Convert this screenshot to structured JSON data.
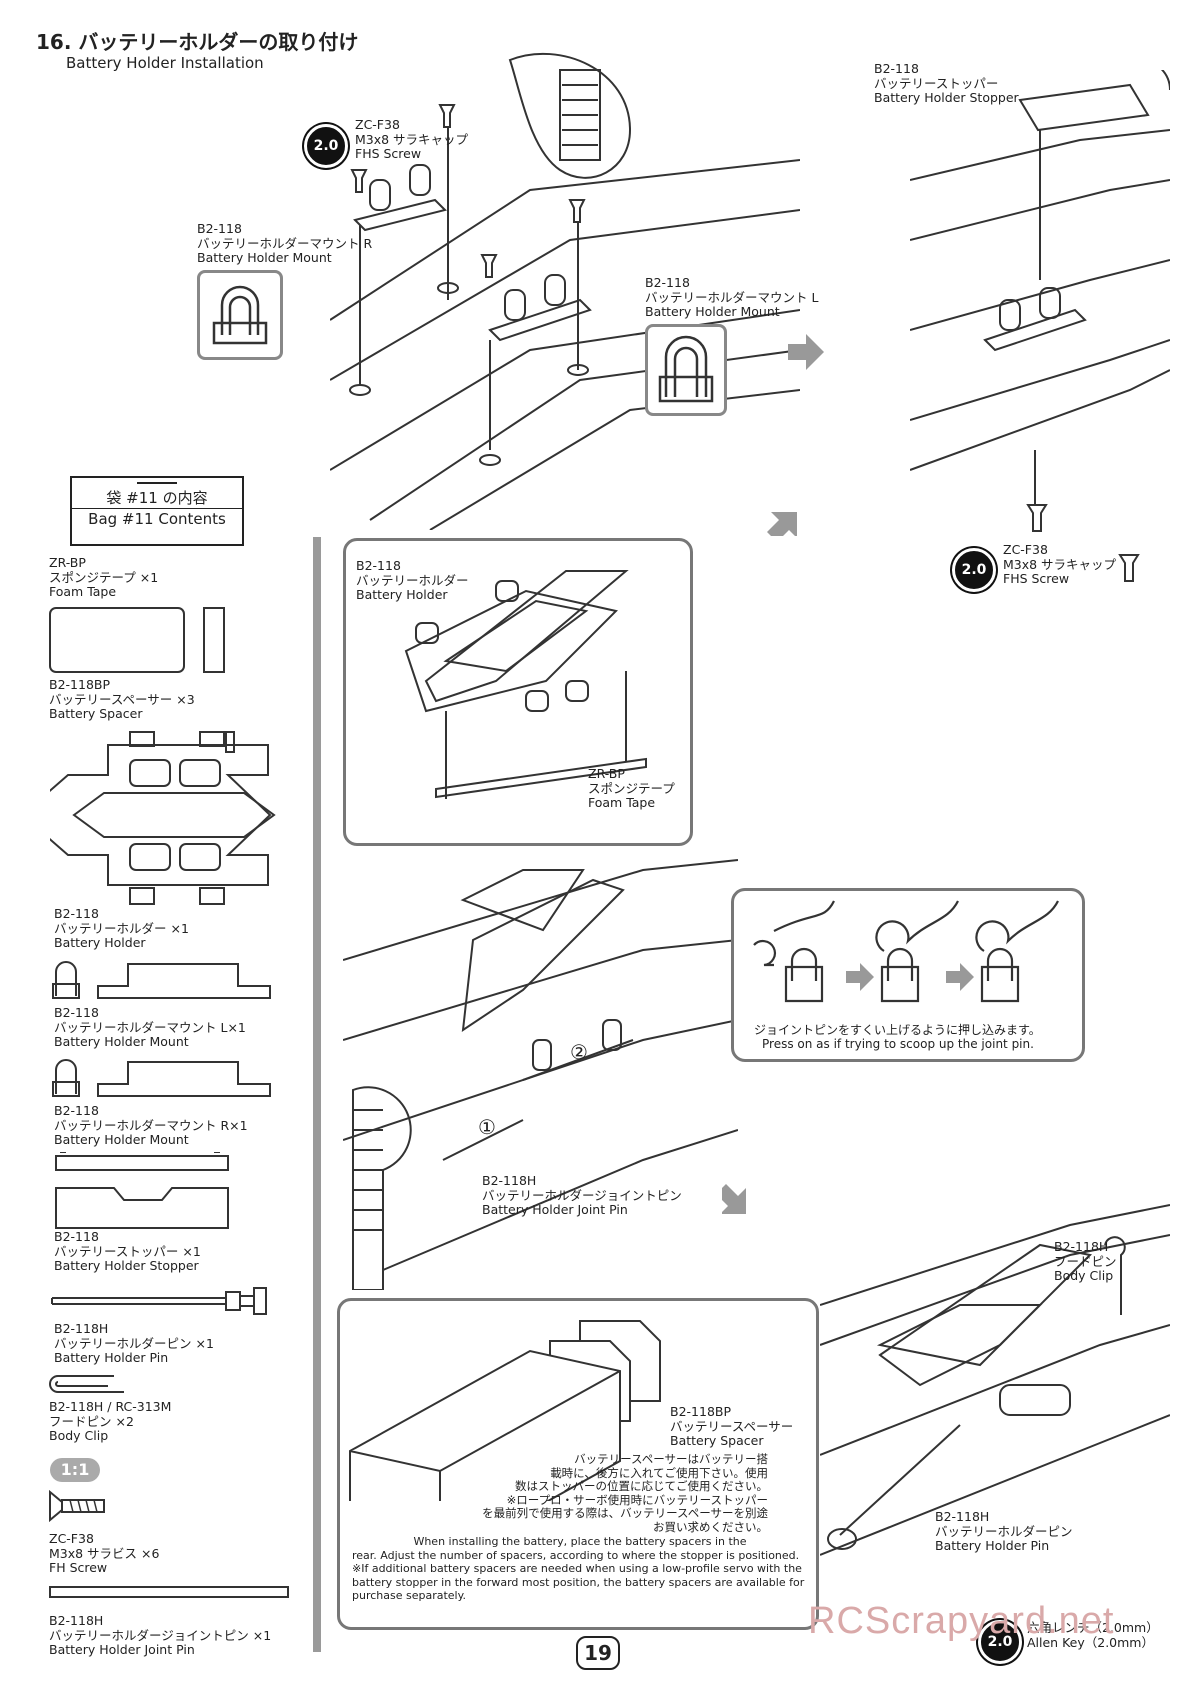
{
  "step": {
    "title_jp": "16. バッテリーホルダーの取り付け",
    "title_en": "Battery Holder  Installation"
  },
  "labels": {
    "screw_top": {
      "code": "ZC-F38",
      "jp": "M3x8 サラキャップ",
      "en": "FHS Screw",
      "tool": "2.0"
    },
    "mount_r": {
      "code": "B2-118",
      "jp": "バッテリーホルダーマウント R",
      "en": "Battery Holder Mount"
    },
    "mount_l": {
      "code": "B2-118",
      "jp": "バッテリーホルダーマウント L",
      "en": "Battery Holder Mount"
    },
    "stopper": {
      "code": "B2-118",
      "jp": "バッテリーストッパー",
      "en": "Battery Holder Stopper"
    },
    "screw_right": {
      "code": "ZC-F38",
      "jp": "M3x8 サラキャップ",
      "en": "FHS Screw",
      "tool": "2.0"
    },
    "holder": {
      "code": "B2-118",
      "jp": "バッテリーホルダー",
      "en": "Battery Holder"
    },
    "foam": {
      "code": "ZR-BP",
      "jp": "スポンジテープ",
      "en": "Foam Tape"
    },
    "joint_pin": {
      "code": "B2-118H",
      "jp": "バッテリーホルダージョイントピン",
      "en": "Battery Holder Joint Pin"
    },
    "scoop_jp": "ジョイントピンをすくい上げるように押し込みます。",
    "scoop_en": "Press on as if trying to scoop up the joint pin.",
    "step1": "①",
    "step2": "②",
    "body_clip": {
      "code": "B2-118H",
      "jp": "フードピン",
      "en": "Body Clip"
    },
    "holder_pin": {
      "code": "B2-118H",
      "jp": "バッテリーホルダーピン",
      "en": "Battery Holder Pin"
    },
    "spacer": {
      "code": "B2-118BP",
      "jp": "バッテリースペーサー",
      "en": "Battery Spacer"
    },
    "spacer_note_jp": [
      "バッテリースペーサーはバッテリー搭",
      "載時に、後方に入れてご使用下さい。使用",
      "数はストッパーの位置に応じてご使用ください。",
      "※ロープロ・サーボ使用時にバッテリーストッパー",
      "を最前列で使用する際は、バッテリースペーサーを別途",
      "お買い求めください。"
    ],
    "spacer_note_en": [
      "When installing the battery, place the battery spacers in the",
      "rear. Adjust the number of spacers, according to where the stopper is positioned.",
      "※If additional battery spacers are needed when using a low-profile servo with the",
      "battery stopper in the forward most position, the battery spacers are available for",
      "purchase separately."
    ],
    "allen": {
      "tool": "2.0",
      "jp": "六角レンチ（2.0mm）",
      "en": "Allen Key（2.0mm）"
    }
  },
  "bag": {
    "jp": "袋 #11 の内容",
    "en": "Bag #11 Contents"
  },
  "contents": [
    {
      "code": "ZR-BP",
      "jp": "スポンジテープ ×1",
      "en": "Foam Tape"
    },
    {
      "code": "B2-118BP",
      "jp": "バッテリースペーサー ×3",
      "en": "Battery Spacer"
    },
    {
      "code": "B2-118",
      "jp": "バッテリーホルダー ×1",
      "en": "Battery Holder"
    },
    {
      "code": "B2-118",
      "jp": "バッテリーホルダーマウント L×1",
      "en": "Battery Holder Mount"
    },
    {
      "code": "B2-118",
      "jp": "バッテリーホルダーマウント R×1",
      "en": "Battery Holder Mount"
    },
    {
      "code": "B2-118",
      "jp": "バッテリーストッパー ×1",
      "en": "Battery Holder Stopper"
    },
    {
      "code": "B2-118H",
      "jp": "バッテリーホルダーピン ×1",
      "en": "Battery Holder Pin"
    },
    {
      "code": "B2-118H / RC-313M",
      "jp": "フードピン ×2",
      "en": "Body Clip"
    },
    {
      "code": "ZC-F38",
      "jp": "M3x8 サラビス ×6",
      "en": "FH Screw"
    },
    {
      "code": "B2-118H",
      "jp": "バッテリーホルダージョイントピン ×1",
      "en": "Battery Holder Joint Pin"
    }
  ],
  "scale": "1:1",
  "page_number": "19",
  "watermark": "RCScrapyard.net"
}
